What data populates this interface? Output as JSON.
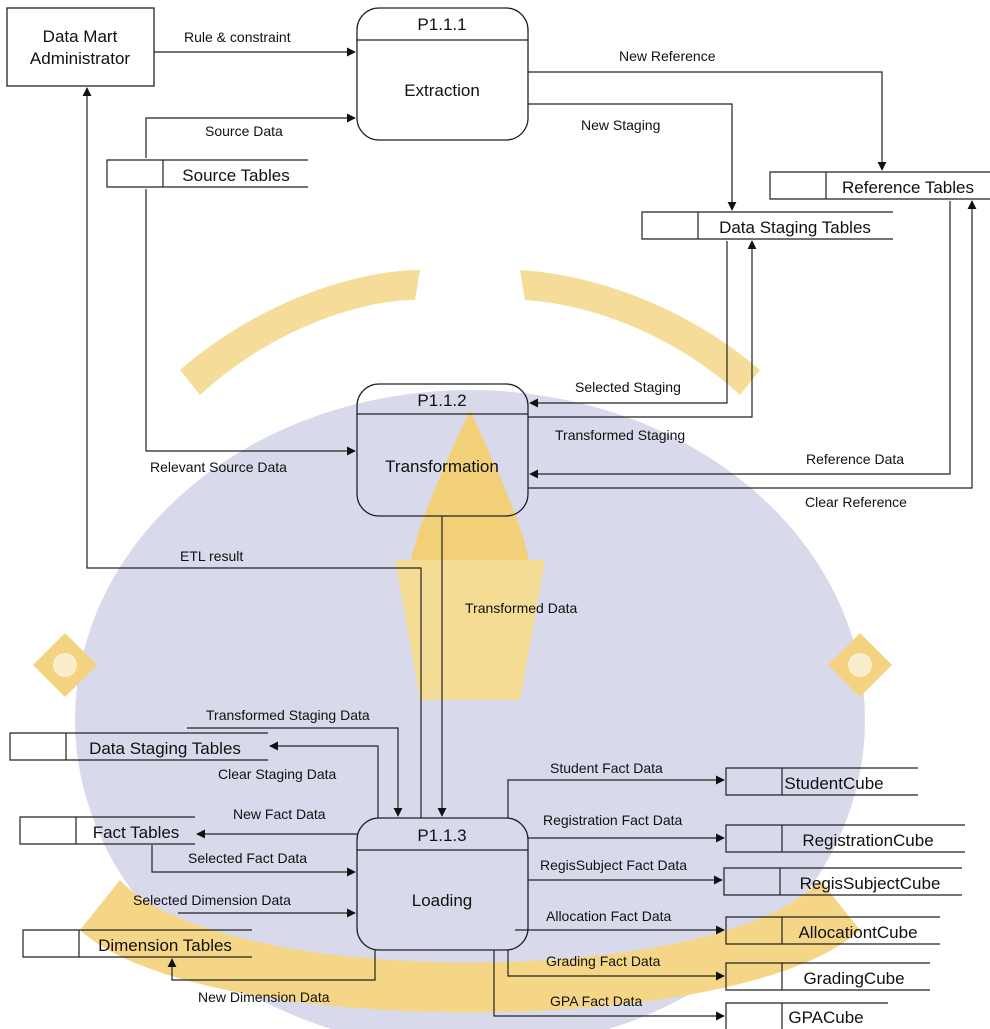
{
  "external_entity": {
    "line1": "Data Mart",
    "line2": "Administrator"
  },
  "processes": [
    {
      "id": "P1.1.1",
      "name": "Extraction"
    },
    {
      "id": "P1.1.2",
      "name": "Transformation"
    },
    {
      "id": "P1.1.3",
      "name": "Loading"
    }
  ],
  "stores": {
    "source_tables": "Source Tables",
    "reference_tables": "Reference Tables",
    "data_staging_top": "Data Staging Tables",
    "data_staging_bottom": "Data Staging Tables",
    "fact_tables": "Fact Tables",
    "dimension_tables": "Dimension Tables",
    "student_cube": "StudentCube",
    "registration_cube": "RegistrationCube",
    "regis_subject_cube": "RegisSubjectCube",
    "allocation_cube": "AllocationtCube",
    "grading_cube": "GradingCube",
    "gpa_cube": "GPACube"
  },
  "flows": {
    "rule_constraint": "Rule & constraint",
    "source_data": "Source Data",
    "new_reference": "New Reference",
    "new_staging": "New Staging",
    "selected_staging": "Selected Staging",
    "transformed_staging": "Transformed Staging",
    "relevant_source_data": "Relevant Source Data",
    "reference_data": "Reference Data",
    "clear_reference": "Clear Reference",
    "etl_result": "ETL result",
    "transformed_data": "Transformed Data",
    "transformed_staging_data": "Transformed Staging Data",
    "clear_staging_data": "Clear Staging Data",
    "new_fact_data": "New Fact Data",
    "selected_fact_data": "Selected Fact Data",
    "selected_dimension_data": "Selected Dimension Data",
    "new_dimension_data": "New Dimension Data",
    "student_fact_data": "Student Fact Data",
    "registration_fact_data": "Registration Fact Data",
    "regis_subject_fact_data": "RegisSubject Fact Data",
    "allocation_fact_data": "Allocation Fact Data",
    "grading_fact_data": "Grading Fact Data",
    "gpa_fact_data": "GPA Fact Data"
  }
}
